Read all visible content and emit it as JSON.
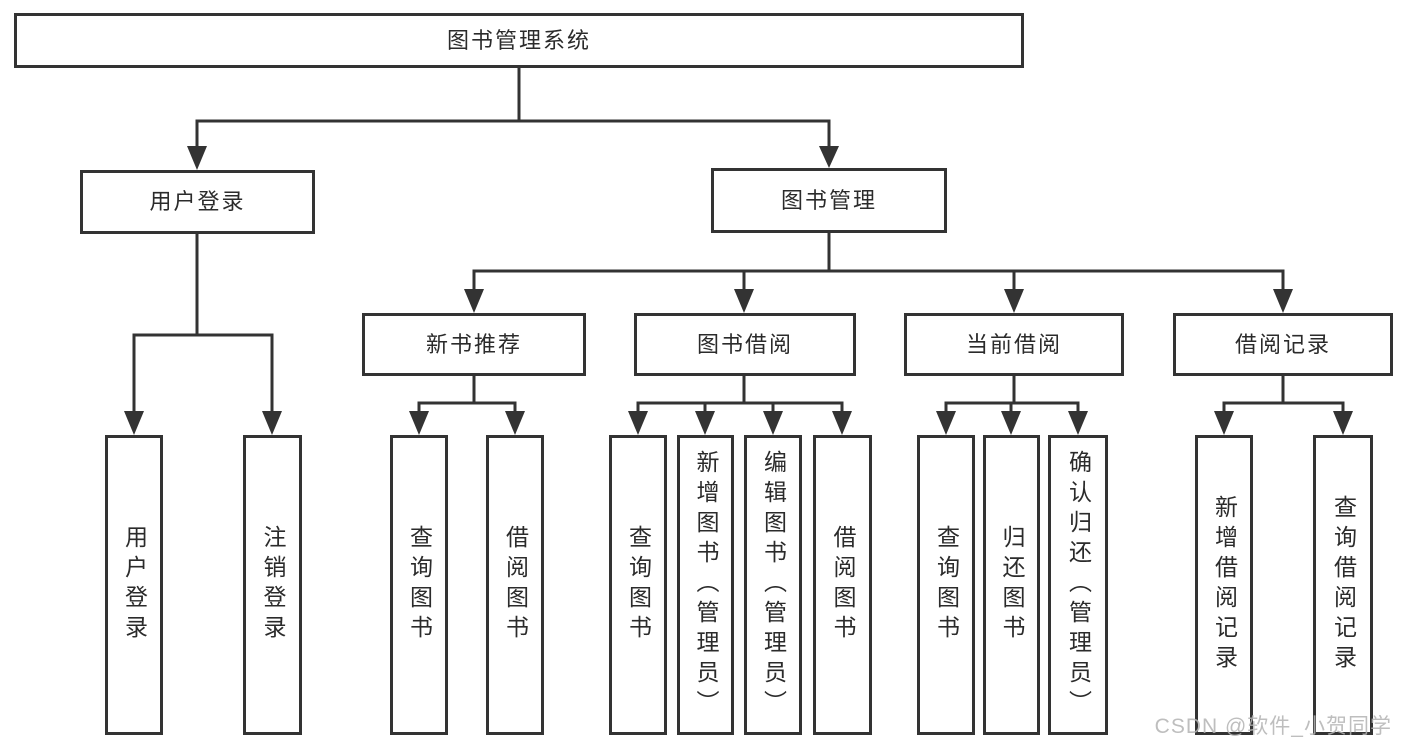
{
  "tree": {
    "root": {
      "label": "图书管理系统"
    },
    "children": [
      {
        "label": "用户登录",
        "children": [
          {
            "label": "用户登录"
          },
          {
            "label": "注销登录"
          }
        ]
      },
      {
        "label": "图书管理",
        "children": [
          {
            "label": "新书推荐",
            "children": [
              {
                "label": "查询图书"
              },
              {
                "label": "借阅图书"
              }
            ]
          },
          {
            "label": "图书借阅",
            "children": [
              {
                "label": "查询图书"
              },
              {
                "label": "新增图书（管理员）"
              },
              {
                "label": "编辑图书（管理员）"
              },
              {
                "label": "借阅图书"
              }
            ]
          },
          {
            "label": "当前借阅",
            "children": [
              {
                "label": "查询图书"
              },
              {
                "label": "归还图书"
              },
              {
                "label": "确认归还（管理员）"
              }
            ]
          },
          {
            "label": "借阅记录",
            "children": [
              {
                "label": "新增借阅记录"
              },
              {
                "label": "查询借阅记录"
              }
            ]
          }
        ]
      }
    ]
  },
  "watermark": {
    "text": "CSDN @软件_小贺同学"
  },
  "colors": {
    "line": "#333333",
    "text": "#2b2b2b",
    "watermark": "#b3b3b3",
    "background": "#ffffff"
  }
}
